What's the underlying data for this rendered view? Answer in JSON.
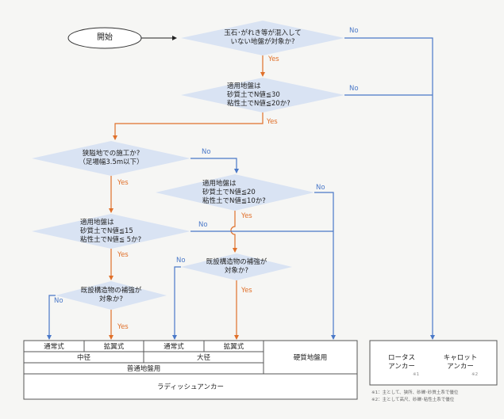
{
  "start": "開始",
  "decisions": {
    "d1": "玉石･がれき等が混入して\nいない地盤が対象か?",
    "d2": "適用地盤は\n砂質土でN値≦30\n粘性土でN値≦20か?",
    "d3": "狭隘地での施工か?\n（足場幅3.5m以下）",
    "d4": "適用地盤は\n砂質土でN値≦20\n粘性土でN値≦10か?",
    "d5": "適用地盤は\n砂質土でN値≦15\n粘性土でN値≦ 5か?",
    "d6": "既設構造物の補強が\n対象か?",
    "d7": "既設構造物の補強が\n対象か?"
  },
  "edge_labels": {
    "yes": "Yes",
    "no": "No"
  },
  "table": {
    "tsujo_1": "通常式",
    "kakuko_1": "拡翼式",
    "tsujo_2": "通常式",
    "kakuko_2": "拡翼式",
    "chukei": "中径",
    "taikei": "大径",
    "futsu": "普通地盤用",
    "koshitsu": "硬質地盤用",
    "radish": "ラディッシュアンカー"
  },
  "right_box": {
    "rotas_1": "ロータス",
    "rotas_2": "アンカー",
    "rotas_mark": "※1",
    "carrot_1": "キャロット",
    "carrot_2": "アンカー",
    "carrot_mark": "※2"
  },
  "notes": {
    "n1": "※1：主として、狭所、砂礫･砂質土系で優位",
    "n2": "※2：主として高尺、砂礫･粘性土系で優位"
  },
  "colors": {
    "diamond": "#d9e3f3",
    "yes_arrow": "#e0702a",
    "no_arrow": "#4a78c8",
    "border": "#555555"
  }
}
